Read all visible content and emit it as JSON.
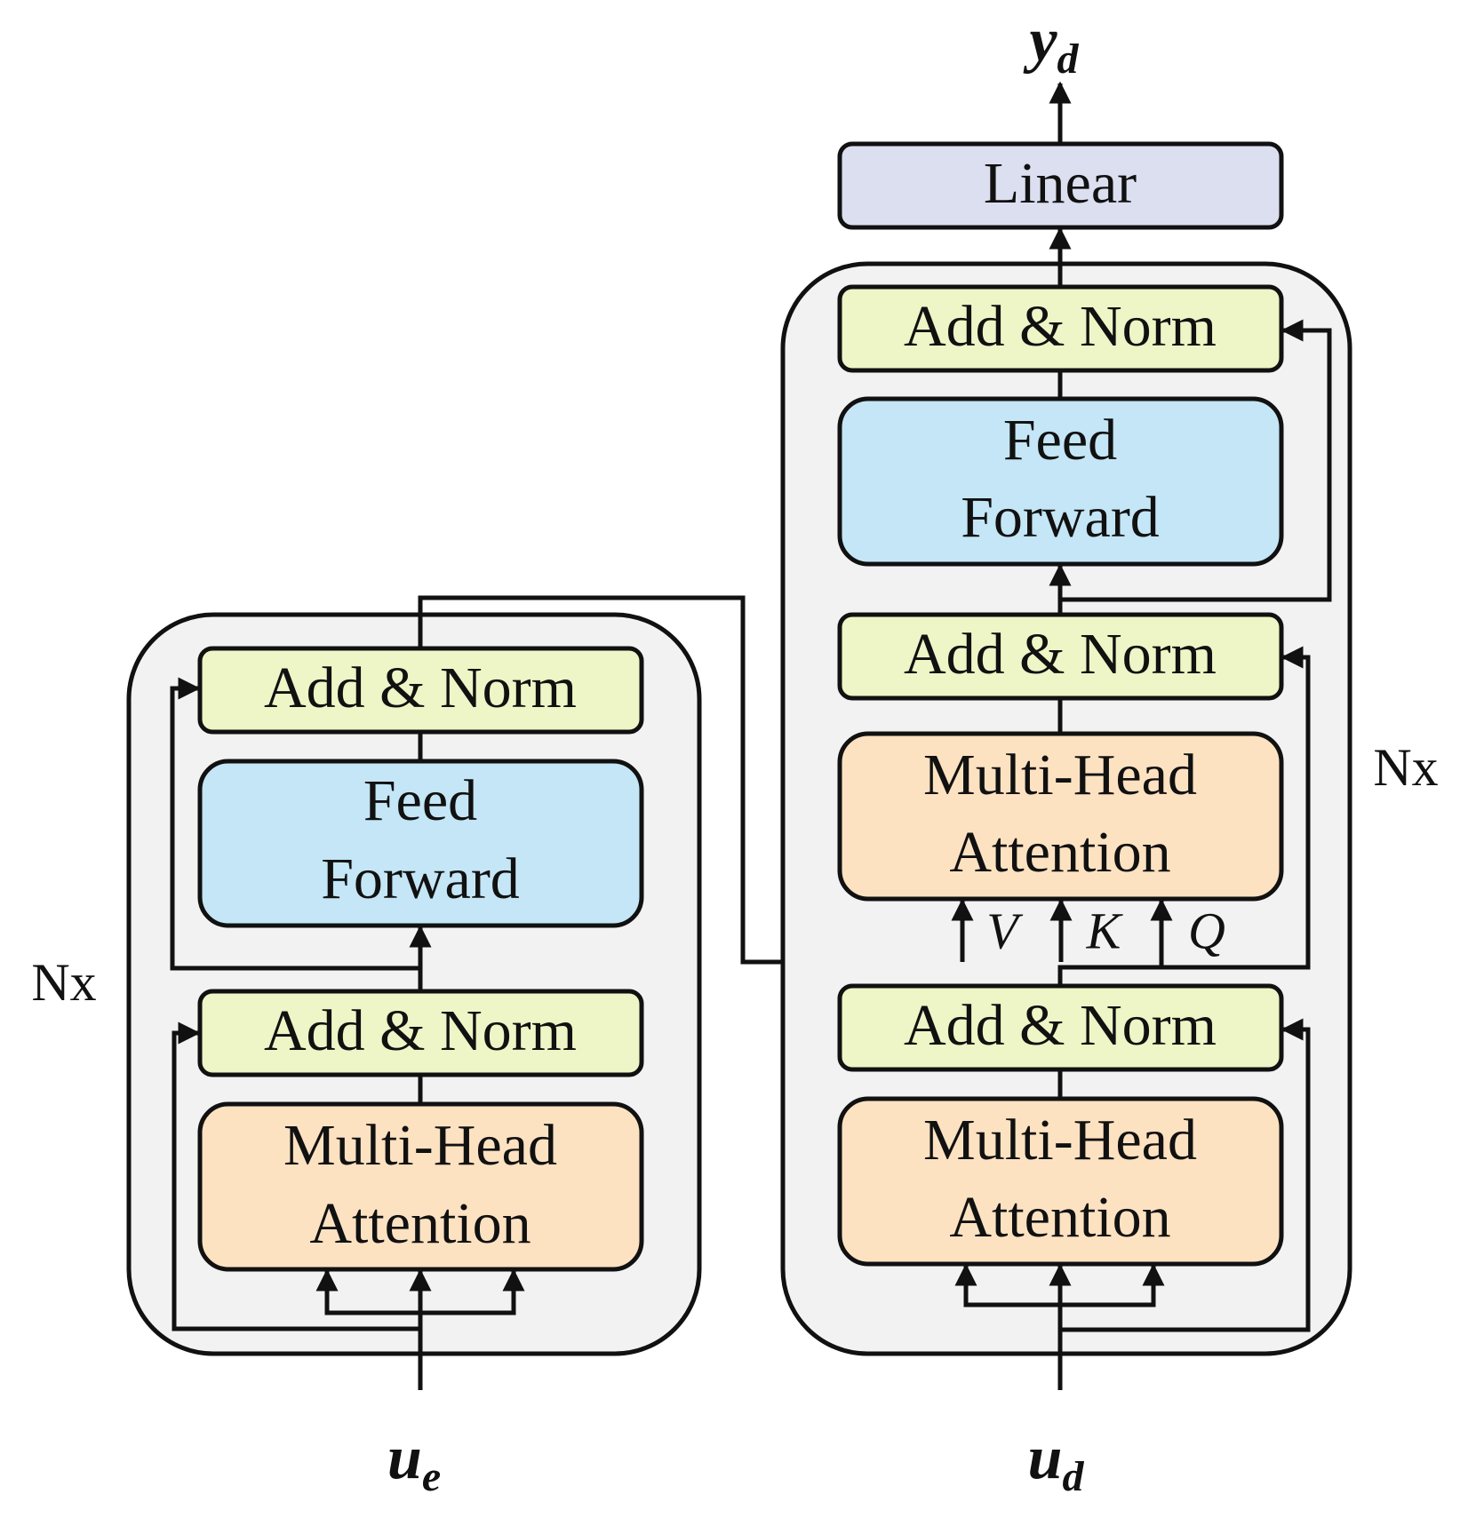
{
  "colors": {
    "add_norm": "#eef5c6",
    "feed_forward": "#c4e6f6",
    "attention": "#fde2c2",
    "linear": "#dcdff0",
    "block": "#f2f2f2",
    "line": "#111111"
  },
  "encoder": {
    "repeat": "Nx",
    "input": {
      "base": "u",
      "sub": "e"
    },
    "add_norm_top": "Add & Norm",
    "feed_forward": [
      "Feed",
      "Forward"
    ],
    "add_norm_bottom": "Add & Norm",
    "attention": [
      "Multi-Head",
      "Attention"
    ]
  },
  "decoder": {
    "repeat": "Nx",
    "input": {
      "base": "u",
      "sub": "d"
    },
    "output": {
      "base": "y",
      "sub": "d"
    },
    "linear": "Linear",
    "add_norm_top": "Add & Norm",
    "feed_forward": [
      "Feed",
      "Forward"
    ],
    "add_norm_middle": "Add & Norm",
    "cross_attention": [
      "Multi-Head",
      "Attention"
    ],
    "cross_inputs": [
      "V",
      "K",
      "Q"
    ],
    "add_norm_bottom": "Add & Norm",
    "self_attention": [
      "Multi-Head",
      "Attention"
    ]
  }
}
